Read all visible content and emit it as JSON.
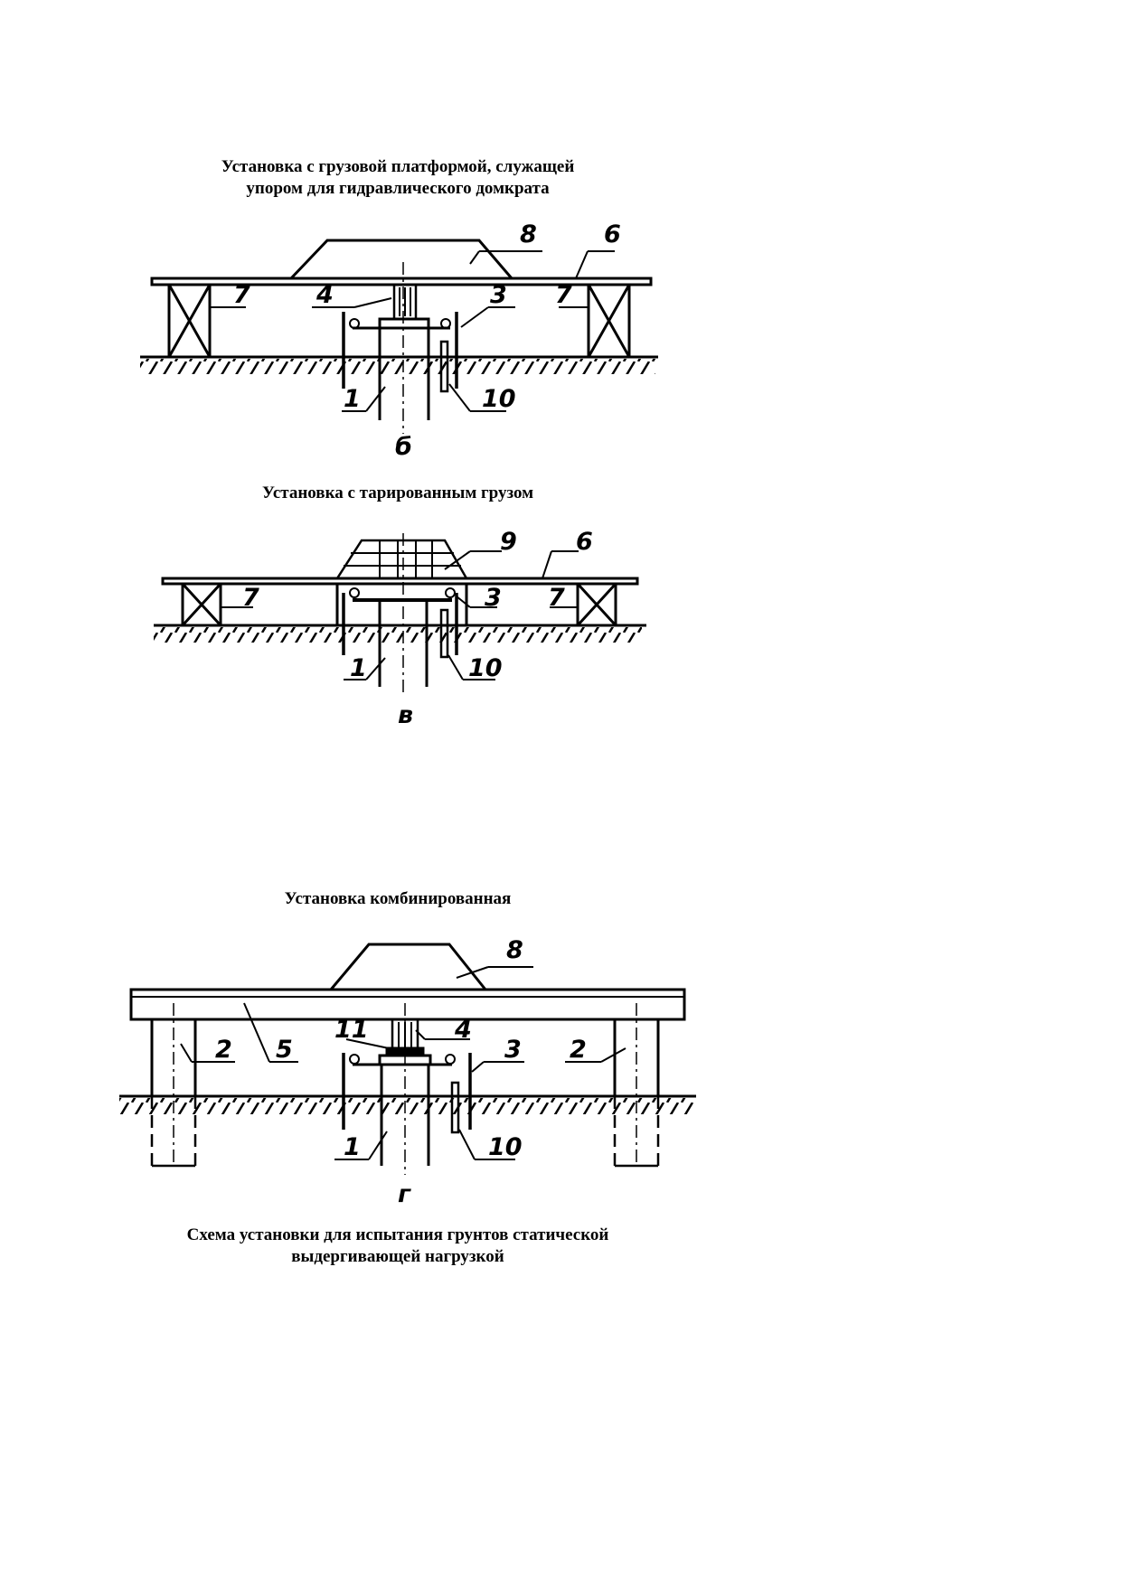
{
  "captions": {
    "fig_b": "Установка с грузовой платформой, служащей\nупором для гидравлического домкрата",
    "fig_v": "Установка с тарированным грузом",
    "fig_g": "Установка комбинированная",
    "scheme": "Схема установки для испытания грунтов статической\nвыдергивающей нагрузкой"
  },
  "figures": {
    "b": {
      "letter": "б",
      "labels": {
        "l8": "8",
        "l6": "6",
        "l7a": "7",
        "l7b": "7",
        "l4": "4",
        "l3": "3",
        "l1": "1",
        "l10": "10"
      }
    },
    "v": {
      "letter": "в",
      "labels": {
        "l9": "9",
        "l6": "6",
        "l7a": "7",
        "l7b": "7",
        "l3": "3",
        "l1": "1",
        "l10": "10"
      }
    },
    "g": {
      "letter": "г",
      "labels": {
        "l8": "8",
        "l11": "11",
        "l4": "4",
        "l2a": "2",
        "l5": "5",
        "l3": "3",
        "l2b": "2",
        "l1": "1",
        "l10": "10"
      }
    }
  }
}
